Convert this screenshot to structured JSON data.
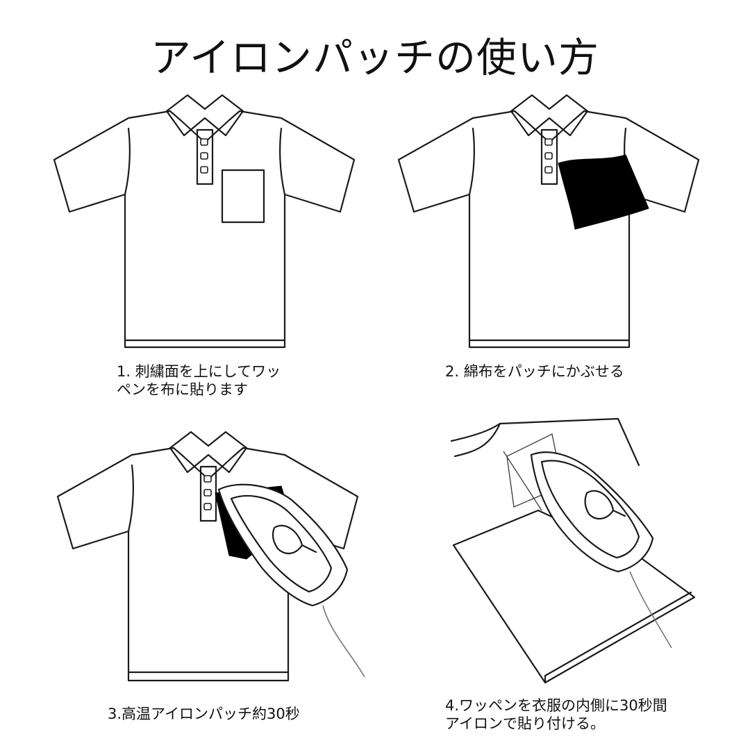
{
  "title": "アイロンパッチの使い方",
  "steps": [
    {
      "caption_line1": "1. 刺繍面を上にしてワッ",
      "caption_line2": "ペンを布に貼ります"
    },
    {
      "caption_line1": "2. 綿布をパッチにかぶせる",
      "caption_line2": ""
    },
    {
      "caption_line1": "3.高温アイロンパッチ約30秒",
      "caption_line2": ""
    },
    {
      "caption_line1": "4.ワッペンを衣服の内側に30秒間",
      "caption_line2": "アイロンで貼り付ける。"
    }
  ],
  "colors": {
    "line": "#1a1a1a",
    "patch": "#000000",
    "background": "#ffffff"
  },
  "icons": [
    "polo-shirt-icon",
    "patch-cloth-icon",
    "iron-icon",
    "folded-garment-icon"
  ]
}
